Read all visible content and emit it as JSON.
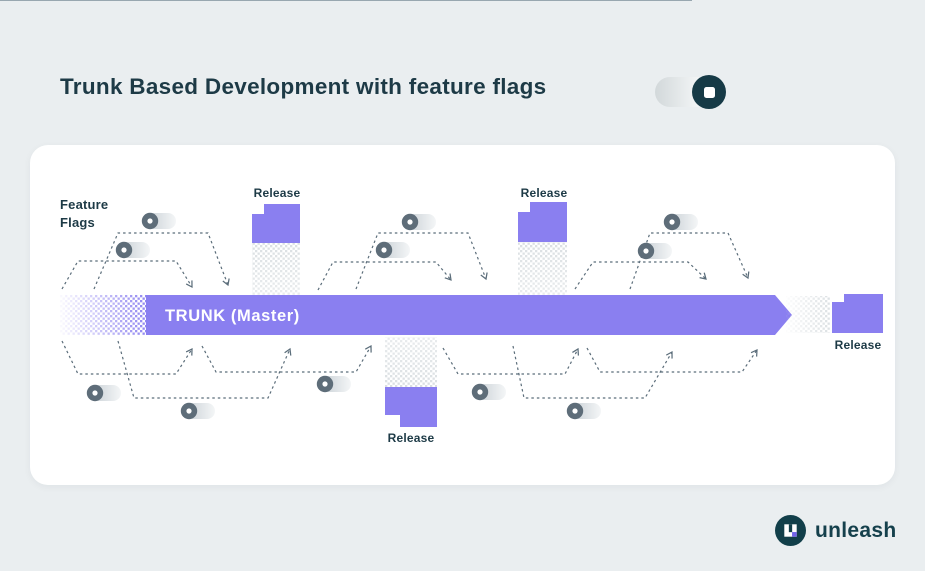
{
  "page": {
    "title": "Trunk Based Development with feature flags",
    "background_color": "#eaeef0",
    "title_color": "#1d3a46"
  },
  "header_toggle": {
    "state": "on",
    "knob_color": "#163a46"
  },
  "diagram": {
    "feature_flags_label_line1": "Feature",
    "feature_flags_label_line2": "Flags",
    "trunk_label": "TRUNK (Master)",
    "release_label": "Release",
    "trunk_color": "#8a7ff0",
    "branch_dash_color": "#5b6d7a",
    "stipple_color": "#d9dee1",
    "label_color": "#1d3a46",
    "release_count": 4,
    "mini_toggle_count": 11
  },
  "brand": {
    "name": "unleash",
    "logo_circle_color": "#123f4a",
    "logo_accent_color": "#7264ea",
    "text_color": "#15404c"
  }
}
